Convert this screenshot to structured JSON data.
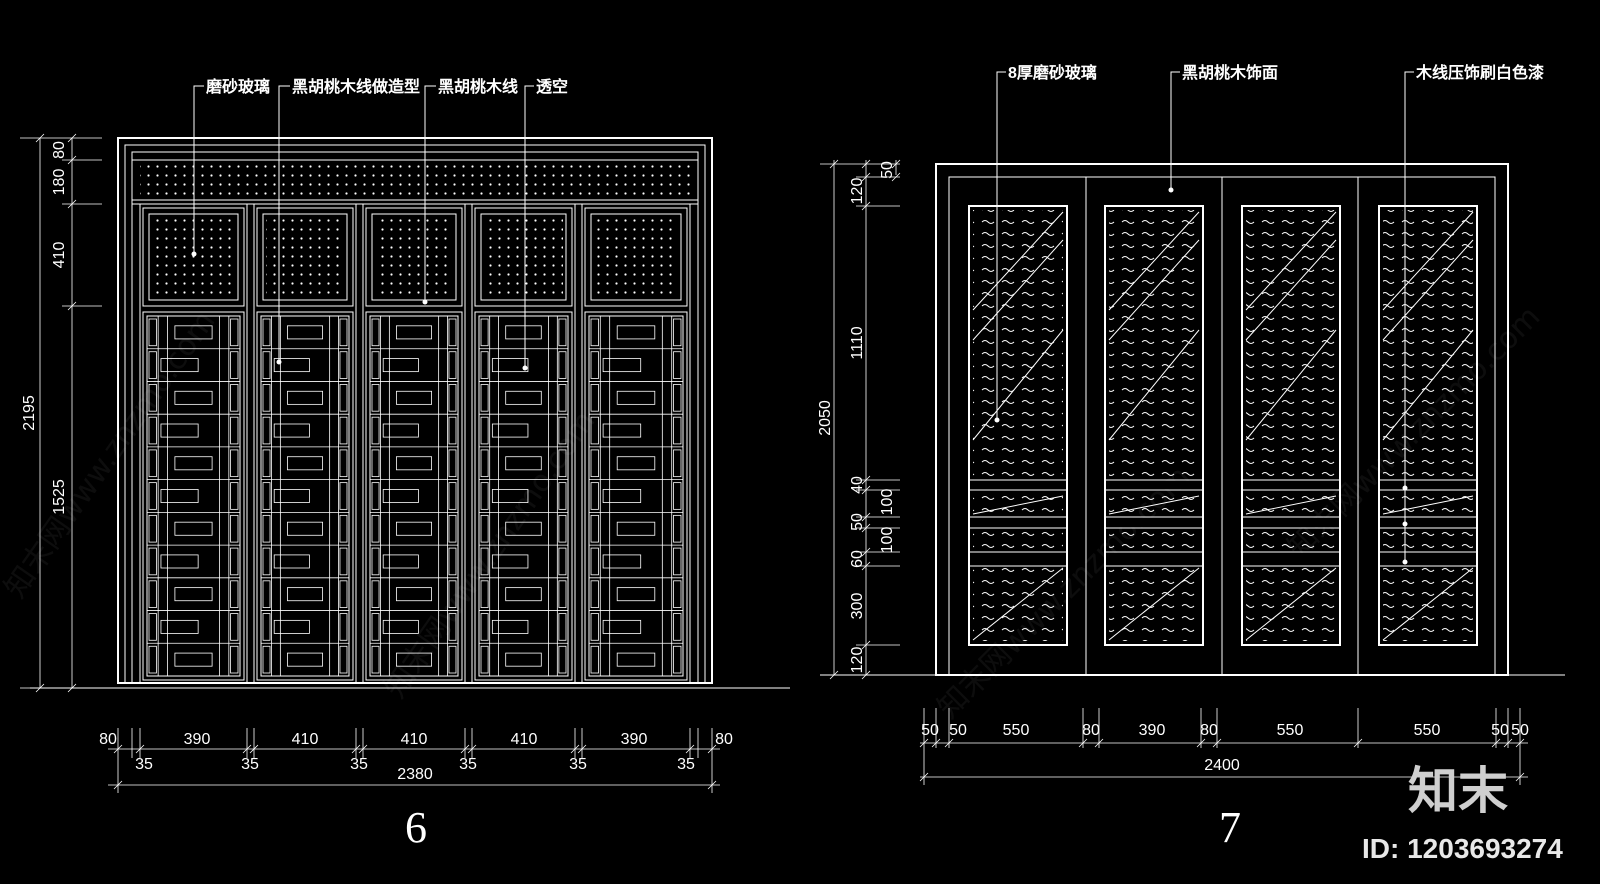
{
  "drawing6": {
    "number": "6",
    "callouts": [
      "磨砂玻璃",
      "黑胡桃木线做造型",
      "黑胡桃木线",
      "透空"
    ],
    "left_dims": [
      "80",
      "180",
      "410",
      "1525"
    ],
    "total_height": "2195",
    "bottom_widths": [
      "80",
      "390",
      "410",
      "410",
      "410",
      "390",
      "80"
    ],
    "bottom_gaps": [
      "35",
      "35",
      "35",
      "35",
      "35",
      "35"
    ],
    "total_width": "2380"
  },
  "drawing7": {
    "number": "7",
    "callouts": [
      "8厚磨砂玻璃",
      "黑胡桃木饰面",
      "木线压饰刷白色漆"
    ],
    "left_dims": [
      "50",
      "120",
      "1110",
      "40",
      "100",
      "50",
      "100",
      "60",
      "300",
      "120"
    ],
    "total_height": "2050",
    "bottom_widths": [
      "50",
      "50",
      "550",
      "80",
      "390",
      "80",
      "550",
      "550",
      "50",
      "50"
    ],
    "total_width": "2400"
  },
  "watermark": {
    "logo": "知末",
    "id_text": "ID: 1203693274",
    "faint_text": "知末网www.znzmo.com"
  }
}
